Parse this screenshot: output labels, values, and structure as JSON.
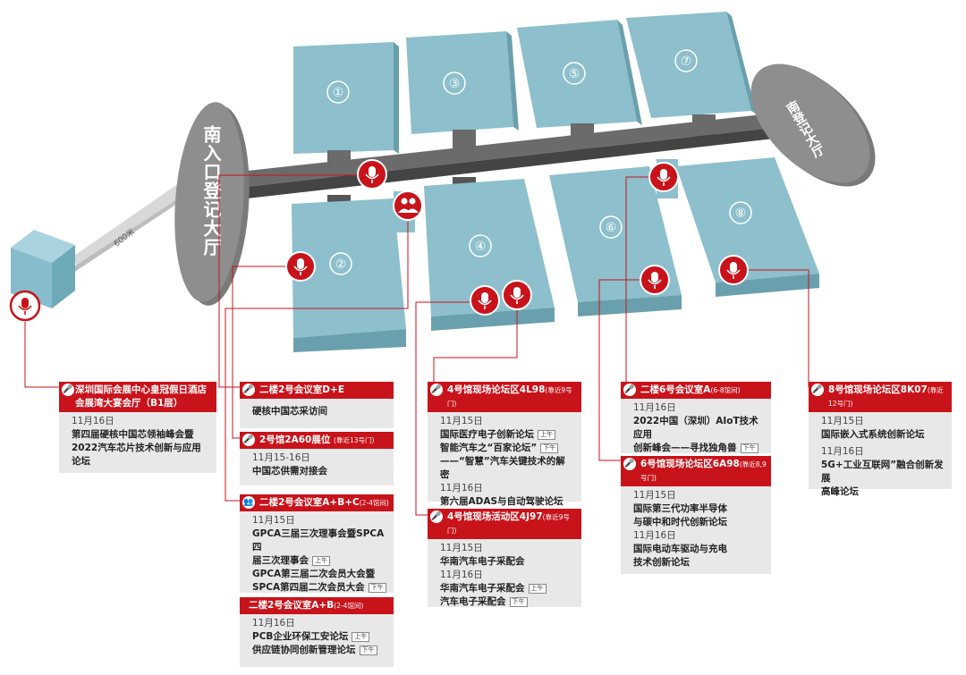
{
  "halls": {
    "h1": "①",
    "h2": "②",
    "h3": "③",
    "h4": "④",
    "h5": "⑤",
    "h6": "⑥",
    "h7": "⑦",
    "h8": "⑧",
    "south_entry": "南入口登记大厅",
    "south_reg": "南登记大厅",
    "distance": "600米"
  },
  "colors": {
    "hall": "#8dbfcc",
    "corridor": "#606060",
    "accent": "#c8131b",
    "card": "#e8e8e8"
  },
  "icons": {
    "mic": "microphone-icon",
    "people": "people-icon"
  },
  "cards": {
    "hotel": {
      "title1": "深圳国际会展中心皇冠假日酒店",
      "title2": "会展湾大宴会厅（B1层）",
      "date": "11月16日",
      "l1": "第四届硬核中国芯领袖峰会暨",
      "l2": "2022汽车芯片技术创新与应用论坛"
    },
    "de": {
      "title": "二楼2号会议室D+E",
      "l1": "硬核中国芯采访间"
    },
    "a60": {
      "title": "2号馆2A60展位",
      "note": "(靠近13号门)",
      "date": "11月15-16日",
      "l1": "中国芯供需对接会"
    },
    "abc": {
      "title": "二楼2号会议室A+B+C",
      "note": "(2-4馆间)",
      "date": "11月15日",
      "l1": "GPCA三届三次理事会暨SPCA四",
      "l2": "届三次理事会",
      "tag1": "上午",
      "l3": "GPCA第三届二次会员大会暨",
      "l4": "SPCA第四届二次会员大会",
      "tag2": "下午"
    },
    "ab": {
      "title": "二楼2号会议室A+B",
      "note": "(2-4馆间)",
      "date": "11月16日",
      "l1": "PCB企业环保工安论坛",
      "tag1": "上午",
      "l2": "供应链协同创新管理论坛",
      "tag2": "下午"
    },
    "l98": {
      "title": "4号馆现场论坛区4L98",
      "note": "(靠近9号门)",
      "date1": "11月15日",
      "l1": "国际医疗电子创新论坛",
      "tag1": "上午",
      "l2": "智能汽车之“百家论坛”",
      "tag2": "下午",
      "l3": "——“智慧”汽车关键技术的解密",
      "date2": "11月16日",
      "l4": "第六届ADAS与自动驾驶论坛"
    },
    "j97": {
      "title": "4号馆现场活动区4J97",
      "note": "(靠近9号门)",
      "date1": "11月15日",
      "l1": "华南汽车电子采配会",
      "date2": "11月16日",
      "l2": "华南汽车电子采配会",
      "tag1": "上午",
      "l3": "汽车电子采配会",
      "tag2": "下午"
    },
    "room6a": {
      "title": "二楼6号会议室A",
      "note": "(6-8馆间)",
      "date": "11月16日",
      "l1": "2022中国（深圳）AIoT技术应用",
      "l2": "创新峰会——寻找独角兽",
      "tag1": "下午"
    },
    "a98": {
      "title": "6号馆现场论坛区6A98",
      "note": "(靠近8,9号门)",
      "date1": "11月15日",
      "l1": "国际第三代功率半导体",
      "l2": "与碳中和时代创新论坛",
      "date2": "11月16日",
      "l3": "国际电动车驱动与充电",
      "l4": "技术创新论坛"
    },
    "k07": {
      "title": "8号馆现场论坛区8K07",
      "note": "(靠近12号门)",
      "date1": "11月15日",
      "l1": "国际嵌入式系统创新论坛",
      "date2": "11月16日",
      "l2": "5G+工业互联网”融合创新发展",
      "l3": "高峰论坛"
    }
  }
}
